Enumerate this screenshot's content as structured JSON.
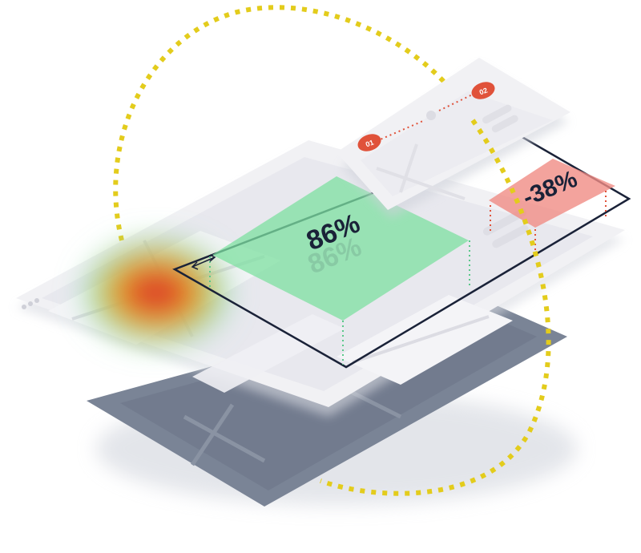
{
  "badges": {
    "first_step": "01",
    "second_step": "02"
  },
  "metrics": {
    "positive_rate": "86%",
    "negative_change": "-38%"
  },
  "colors": {
    "orbit": "#e3cc1c",
    "dark_layer": "#7a8496",
    "light_layer": "#f1f1f4",
    "wireframe": "#e4e4ea",
    "highlight_green": "#7ee0a0",
    "highlight_red": "#f08c84",
    "badge_red": "#e0523a",
    "selection_outline": "#1a2238",
    "metric_text": "#1a2238"
  }
}
